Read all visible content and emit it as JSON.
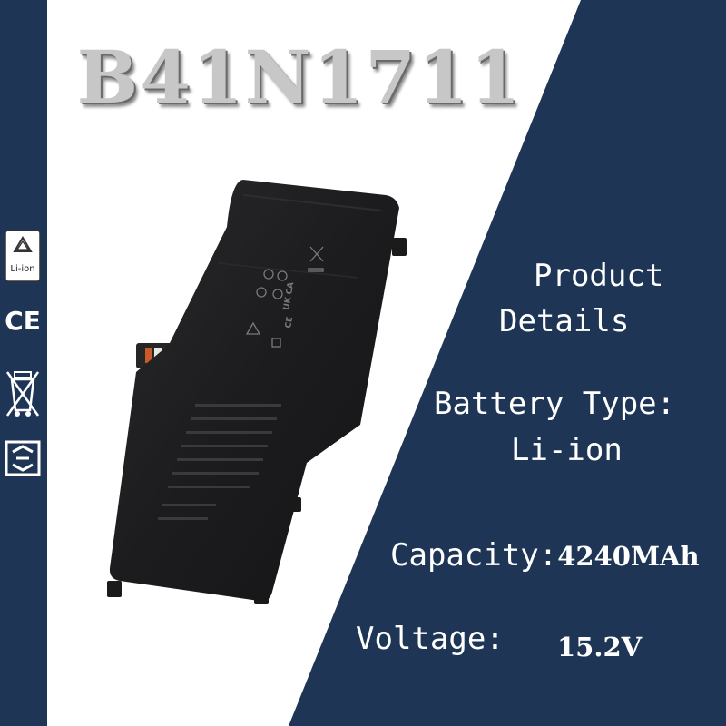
{
  "product": {
    "model": "B41N1711",
    "heading_line1": "Product",
    "heading_line2": "Details",
    "battery_type_label": "Battery Type:",
    "battery_type_value": "Li-ion",
    "capacity_label": "Capacity:",
    "capacity_value": "4240MAh",
    "voltage_label": "Voltage:",
    "voltage_value": "15.2V"
  },
  "certifications": {
    "recycle_label": "Li-ion",
    "ce_mark": "CE"
  },
  "icons": [
    "li-ion-recycle-icon",
    "ce-mark-icon",
    "weee-bin-icon",
    "recycle-arrows-icon"
  ],
  "colors": {
    "navy": "#1e3555",
    "white": "#ffffff",
    "title_gray": "#c7c7c7",
    "battery_black": "#1c1c1e"
  }
}
